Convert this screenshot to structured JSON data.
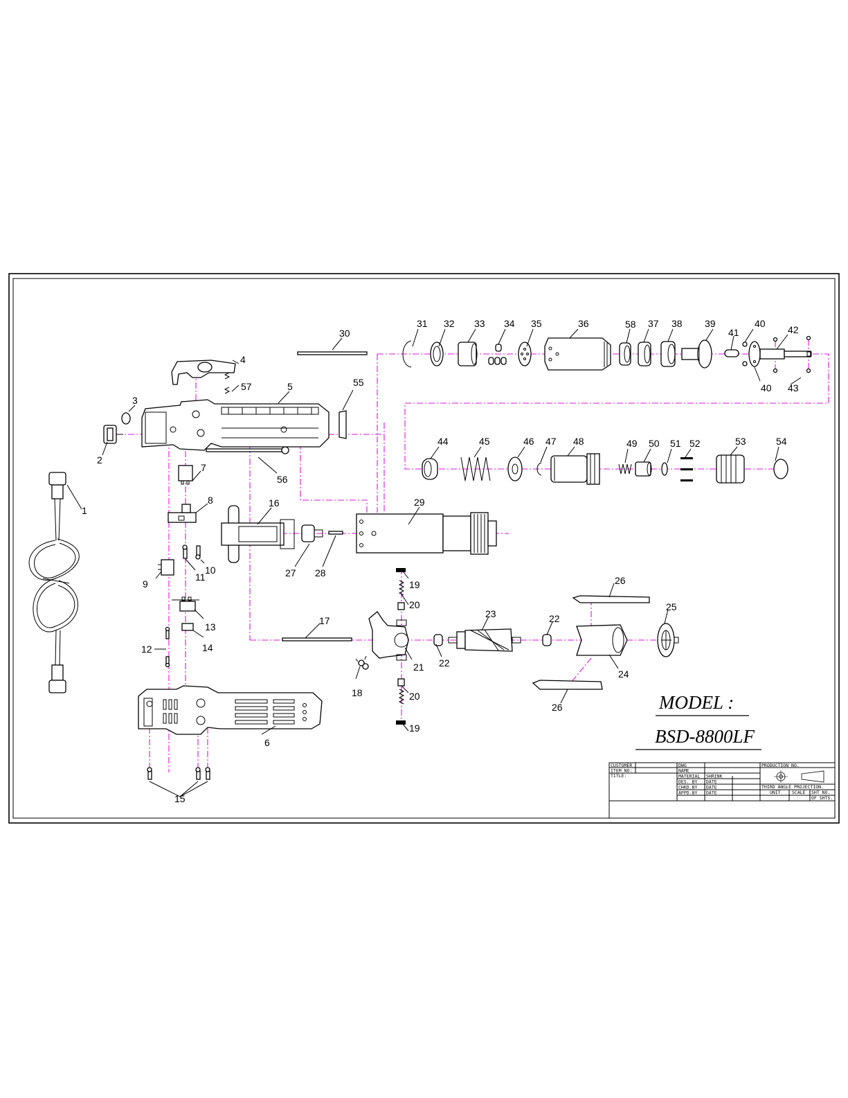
{
  "drawing": {
    "model_label": "MODEL  :",
    "model_number": "BSD-8800LF",
    "callouts": [
      "1",
      "2",
      "3",
      "4",
      "5",
      "6",
      "7",
      "8",
      "9",
      "10",
      "11",
      "12",
      "13",
      "14",
      "15",
      "16",
      "17",
      "18",
      "19",
      "19",
      "20",
      "20",
      "21",
      "22",
      "22",
      "23",
      "24",
      "25",
      "26",
      "26",
      "27",
      "28",
      "29",
      "30",
      "31",
      "32",
      "33",
      "34",
      "35",
      "36",
      "37",
      "38",
      "39",
      "40",
      "40",
      "41",
      "42",
      "43",
      "44",
      "45",
      "46",
      "47",
      "48",
      "49",
      "50",
      "51",
      "52",
      "53",
      "54",
      "55",
      "56",
      "57",
      "58"
    ],
    "colors": {
      "axis_lines": "#e010e0",
      "lines": "#000000",
      "background": "#ffffff"
    }
  },
  "title_block": {
    "customer": "CUSTOMER",
    "item_no": "ITEM NO:",
    "title": "TITLE:",
    "dwg": "DWG",
    "name": "NAME",
    "material": "MATERIAL",
    "des_by": "DES. BY",
    "chkd_by": "CHKD.BY",
    "appd_by": "APPD.BY",
    "shrink": "SHRINK",
    "date1": "DATE",
    "date2": "DATE",
    "date3": "DATE",
    "production_no": "PRODUCTION NO.",
    "projection": "THIRD ANGLE PROJECTION.",
    "unit": "UNIT",
    "scale": "SCALE",
    "sht_no": "SHT NO.",
    "of_shts": "OF SHTS."
  }
}
